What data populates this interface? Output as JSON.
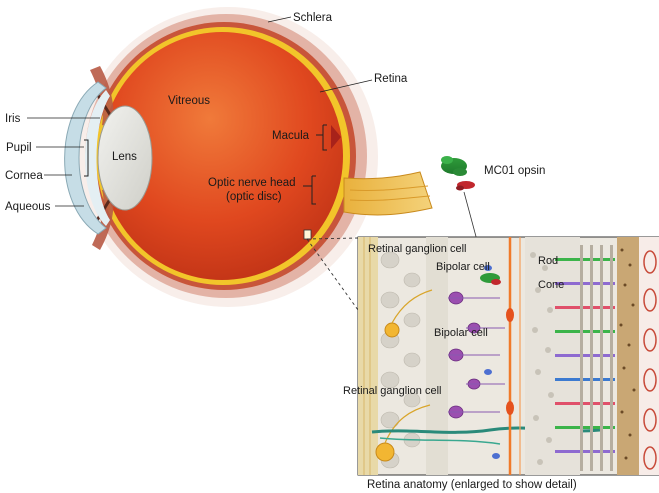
{
  "colors": {
    "eye_red": "#d9351a",
    "eye_orange": "#ee6a2a",
    "retina_yellow": "#f2c52a",
    "sclera_pink": "#e3b3a6",
    "cornea_blue": "#c6dde6",
    "optic_nerve": "#eab440",
    "opsin_green": "#2f9a3a",
    "opsin_red": "#c1272d"
  },
  "labels": {
    "schlera": "Schlera",
    "retina": "Retina",
    "vitreous": "Vitreous",
    "iris": "Iris",
    "macula": "Macula",
    "pupil": "Pupil",
    "lens": "Lens",
    "cornea": "Cornea",
    "optic_nerve_head": "Optic nerve head",
    "optic_disc": "(optic disc)",
    "aqueous": "Aqueous",
    "mc01_opsin": "MC01 opsin"
  },
  "inset": {
    "retinal_ganglion_cell_top": "Retinal ganglion cell",
    "bipolar_cell_top": "Bipolar cell",
    "rod": "Rod",
    "cone": "Cone",
    "bipolar_cell_mid": "Bipolar cell",
    "retinal_ganglion_cell_bottom": "Retinal ganglion cell",
    "caption": "Retina anatomy (enlarged to show detail)"
  }
}
